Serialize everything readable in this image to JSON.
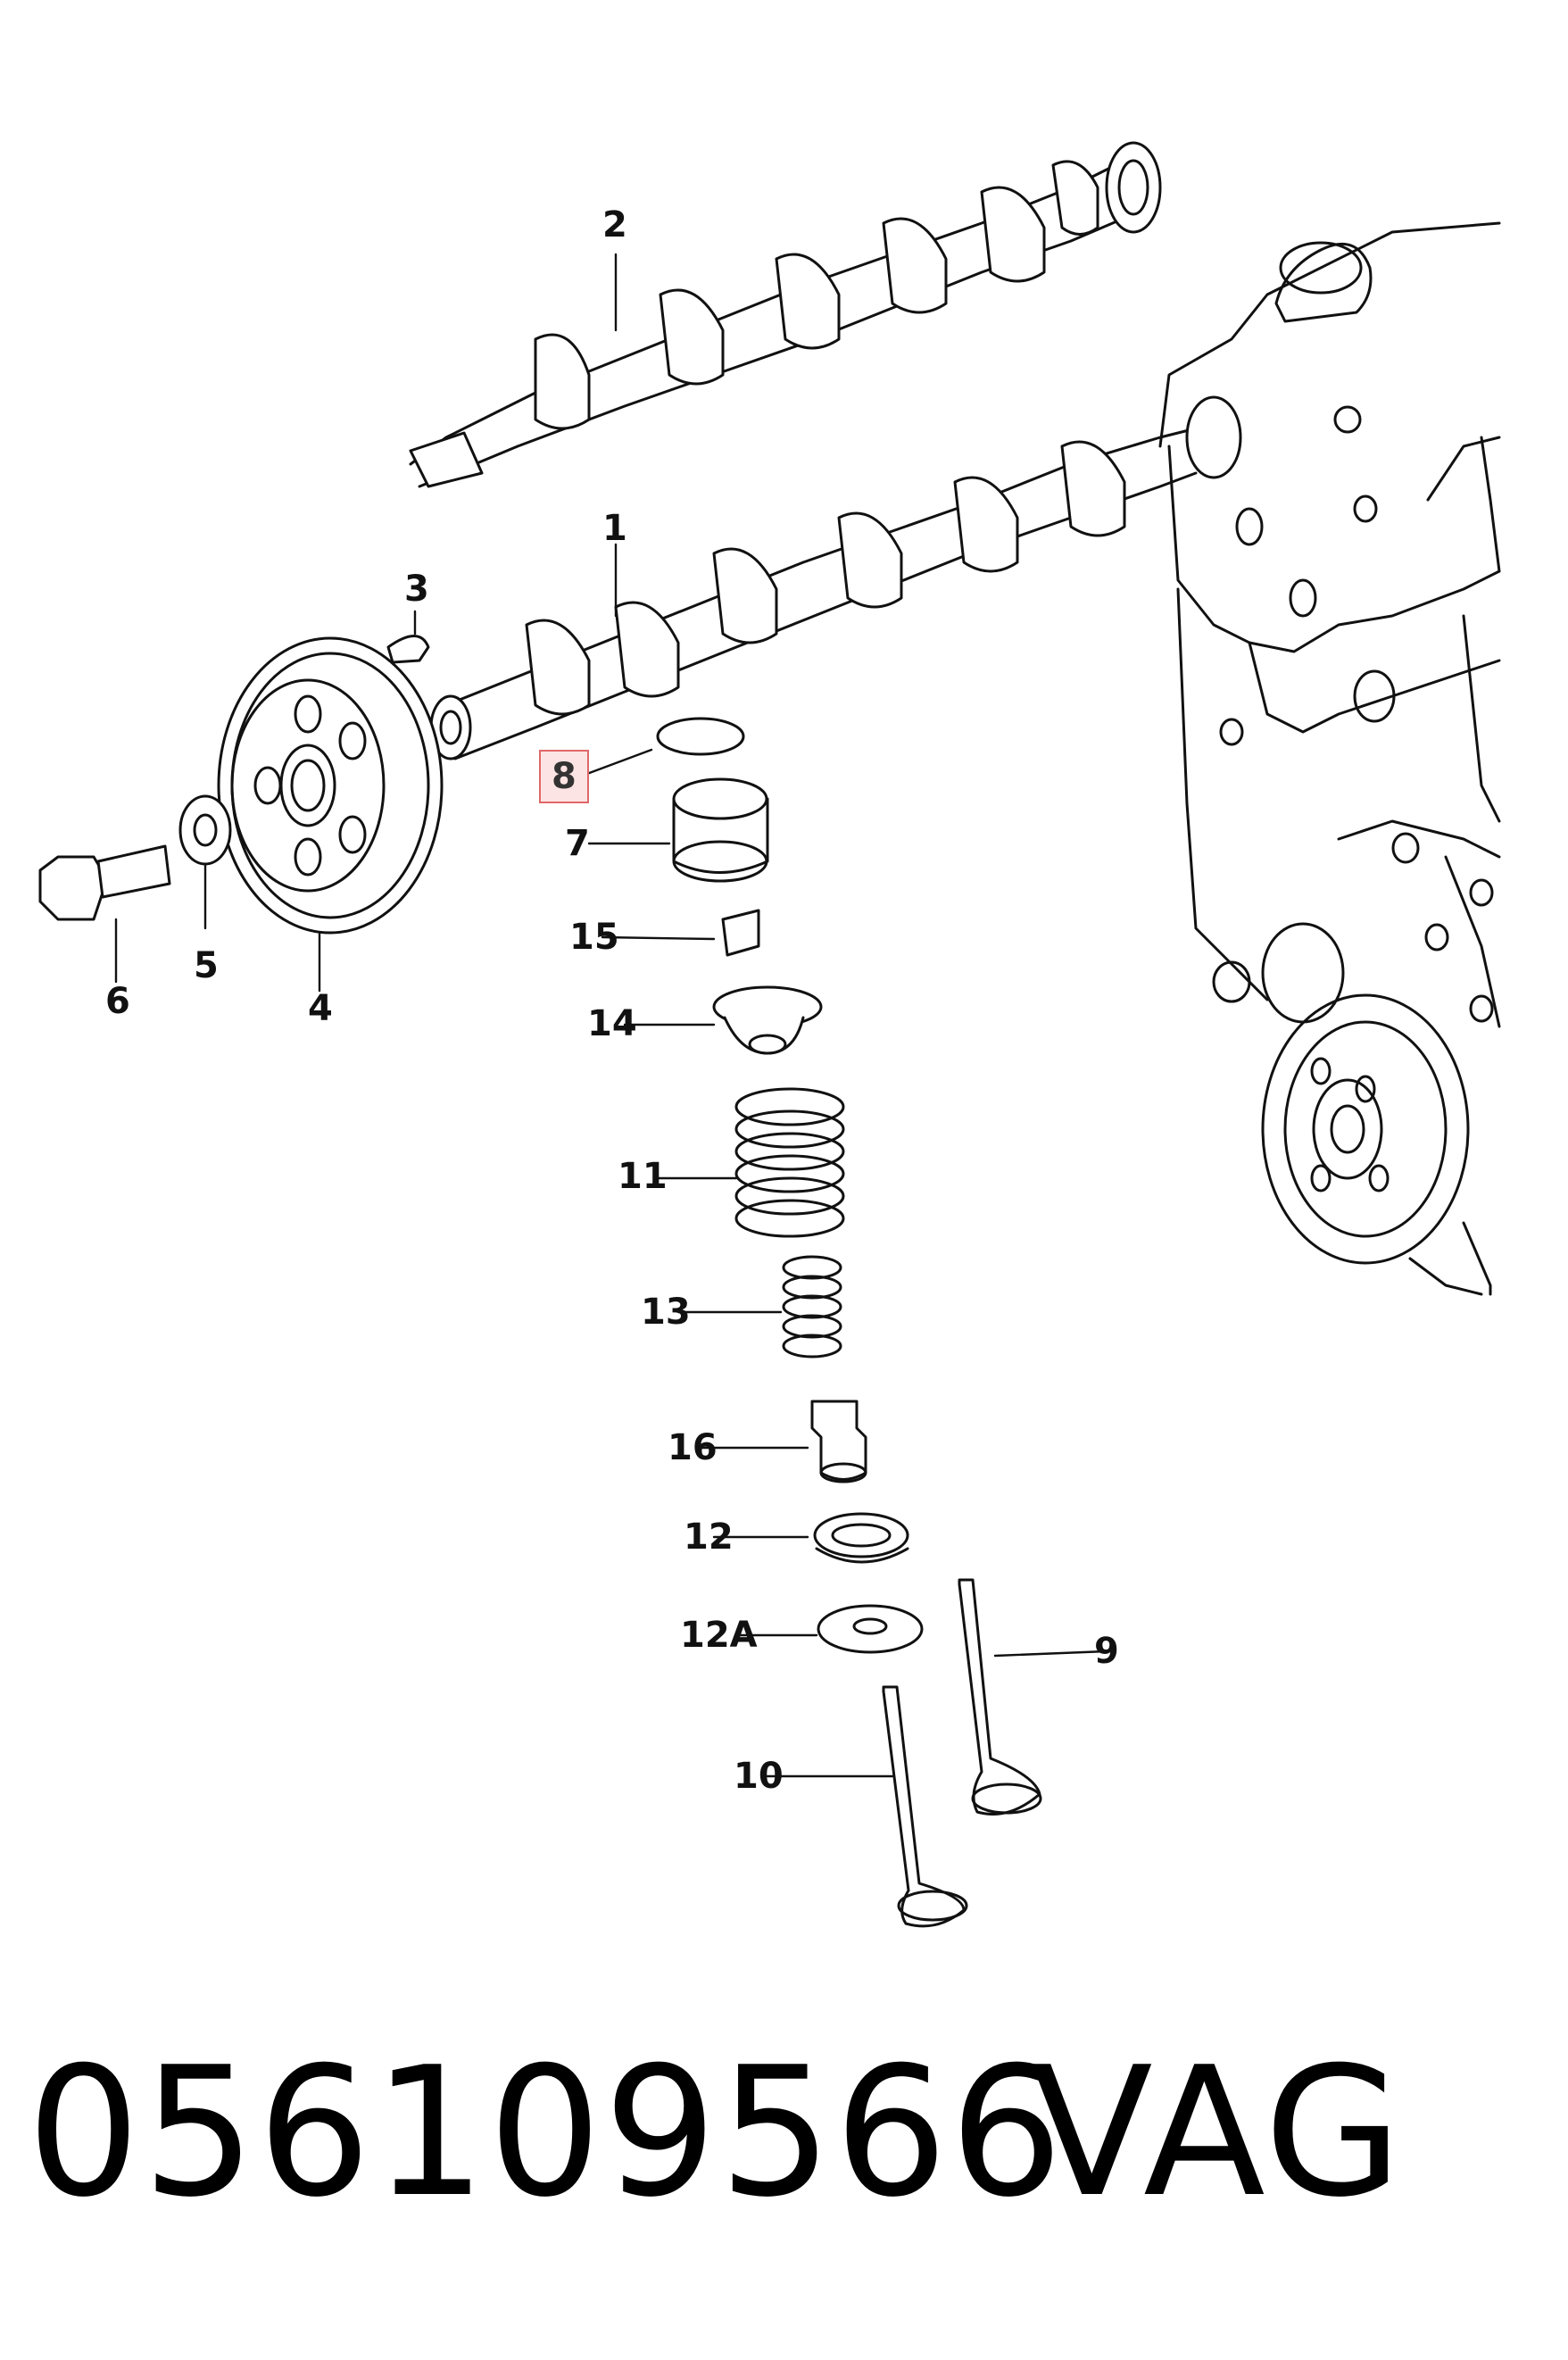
{
  "callouts": {
    "c1": "1",
    "c2": "2",
    "c3": "3",
    "c4": "4",
    "c5": "5",
    "c6": "6",
    "c7": "7",
    "c8": "8",
    "c9": "9",
    "c10": "10",
    "c11": "11",
    "c12": "12",
    "c12a": "12A",
    "c13": "13",
    "c14": "14",
    "c15": "15",
    "c16": "16"
  },
  "selected_callout": "8",
  "footer": {
    "part_number": "056109566",
    "brand": "VAG"
  }
}
